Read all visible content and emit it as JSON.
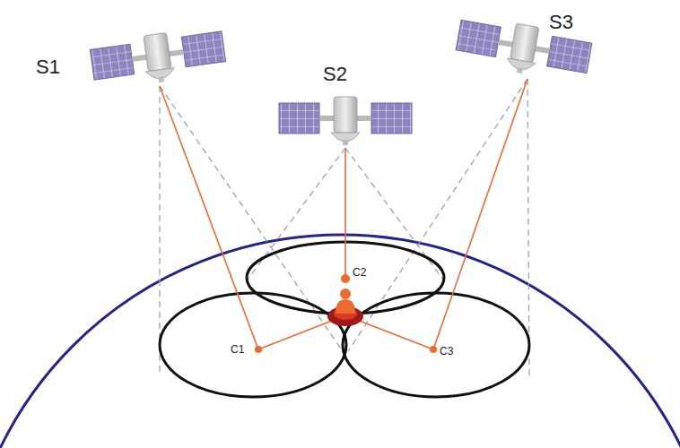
{
  "diagram": {
    "labels": [
      "S1",
      "S2",
      "S3",
      "C1",
      "C2",
      "C3"
    ]
  }
}
